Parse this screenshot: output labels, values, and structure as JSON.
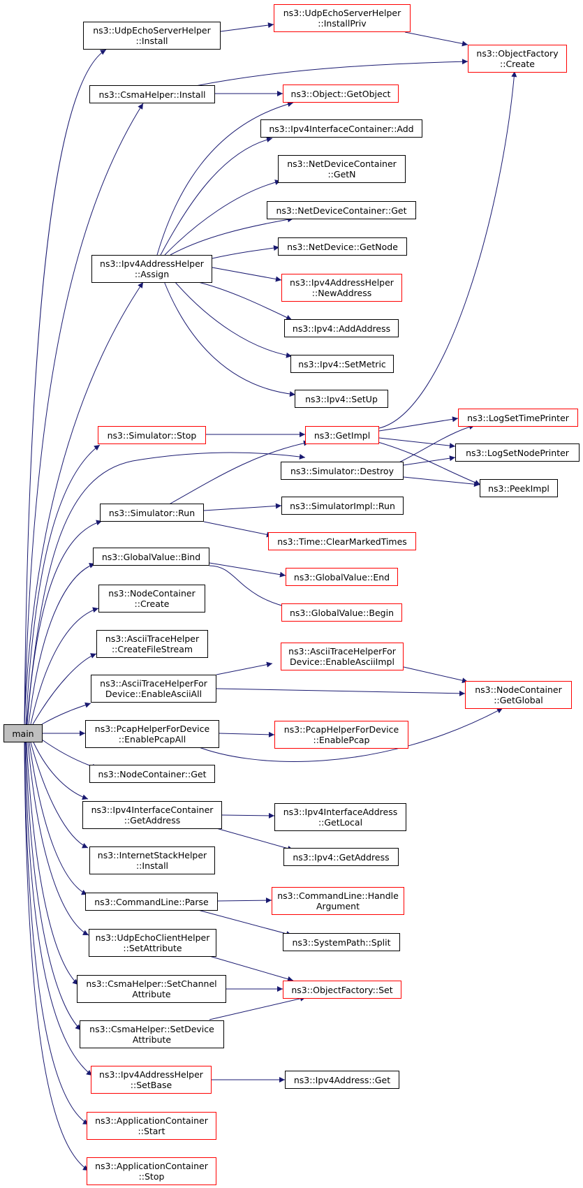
{
  "colors": {
    "edge": "#191970",
    "node_border": "#000000",
    "node_border_undocumented": "#ff0000",
    "root_fill": "#bfbfbf"
  },
  "nodes": {
    "main": {
      "lines": [
        "main"
      ]
    },
    "udp_server_install": {
      "lines": [
        "ns3::UdpEchoServerHelper",
        "::Install"
      ]
    },
    "udp_server_install_priv": {
      "lines": [
        "ns3::UdpEchoServerHelper",
        "::InstallPriv"
      ]
    },
    "object_factory_create": {
      "lines": [
        "ns3::ObjectFactory",
        "::Create"
      ]
    },
    "csma_install": {
      "lines": [
        "ns3::CsmaHelper::Install"
      ]
    },
    "object_get_object": {
      "lines": [
        "ns3::Object::GetObject"
      ]
    },
    "ipv4_ic_add": {
      "lines": [
        "ns3::Ipv4InterfaceContainer::Add"
      ]
    },
    "ndc_get_n": {
      "lines": [
        "ns3::NetDeviceContainer",
        "::GetN"
      ]
    },
    "ndc_get": {
      "lines": [
        "ns3::NetDeviceContainer::Get"
      ]
    },
    "netdevice_get_node": {
      "lines": [
        "ns3::NetDevice::GetNode"
      ]
    },
    "ipv4_addr_helper_assign": {
      "lines": [
        "ns3::Ipv4AddressHelper",
        "::Assign"
      ]
    },
    "ipv4_addr_helper_new_address": {
      "lines": [
        "ns3::Ipv4AddressHelper",
        "::NewAddress"
      ]
    },
    "ipv4_add_address": {
      "lines": [
        "ns3::Ipv4::AddAddress"
      ]
    },
    "ipv4_set_metric": {
      "lines": [
        "ns3::Ipv4::SetMetric"
      ]
    },
    "ipv4_set_up": {
      "lines": [
        "ns3::Ipv4::SetUp"
      ]
    },
    "simulator_stop": {
      "lines": [
        "ns3::Simulator::Stop"
      ]
    },
    "get_impl": {
      "lines": [
        "ns3::GetImpl"
      ]
    },
    "log_set_time_printer": {
      "lines": [
        "ns3::LogSetTimePrinter"
      ]
    },
    "log_set_node_printer": {
      "lines": [
        "ns3::LogSetNodePrinter"
      ]
    },
    "simulator_destroy": {
      "lines": [
        "ns3::Simulator::Destroy"
      ]
    },
    "peek_impl": {
      "lines": [
        "ns3::PeekImpl"
      ]
    },
    "simulator_run": {
      "lines": [
        "ns3::Simulator::Run"
      ]
    },
    "simulator_impl_run": {
      "lines": [
        "ns3::SimulatorImpl::Run"
      ]
    },
    "time_clear_marked_times": {
      "lines": [
        "ns3::Time::ClearMarkedTimes"
      ]
    },
    "global_value_bind": {
      "lines": [
        "ns3::GlobalValue::Bind"
      ]
    },
    "global_value_end": {
      "lines": [
        "ns3::GlobalValue::End"
      ]
    },
    "global_value_begin": {
      "lines": [
        "ns3::GlobalValue::Begin"
      ]
    },
    "node_container_create": {
      "lines": [
        "ns3::NodeContainer",
        "::Create"
      ]
    },
    "ascii_trace_create_file_stream": {
      "lines": [
        "ns3::AsciiTraceHelper",
        "::CreateFileStream"
      ]
    },
    "ascii_enable_ascii_impl": {
      "lines": [
        "ns3::AsciiTraceHelperFor",
        "Device::EnableAsciiImpl"
      ]
    },
    "ascii_enable_ascii_all": {
      "lines": [
        "ns3::AsciiTraceHelperFor",
        "Device::EnableAsciiAll"
      ]
    },
    "node_container_get_global": {
      "lines": [
        "ns3::NodeContainer",
        "::GetGlobal"
      ]
    },
    "pcap_enable_pcap_all": {
      "lines": [
        "ns3::PcapHelperForDevice",
        "::EnablePcapAll"
      ]
    },
    "pcap_enable_pcap": {
      "lines": [
        "ns3::PcapHelperForDevice",
        "::EnablePcap"
      ]
    },
    "node_container_get": {
      "lines": [
        "ns3::NodeContainer::Get"
      ]
    },
    "ipv4_ic_get_address": {
      "lines": [
        "ns3::Ipv4InterfaceContainer",
        "::GetAddress"
      ]
    },
    "ipv4_iface_addr_get_local": {
      "lines": [
        "ns3::Ipv4InterfaceAddress",
        "::GetLocal"
      ]
    },
    "ipv4_get_address": {
      "lines": [
        "ns3::Ipv4::GetAddress"
      ]
    },
    "internet_stack_install": {
      "lines": [
        "ns3::InternetStackHelper",
        "::Install"
      ]
    },
    "command_line_parse": {
      "lines": [
        "ns3::CommandLine::Parse"
      ]
    },
    "command_line_handle_argument": {
      "lines": [
        "ns3::CommandLine::Handle",
        "Argument"
      ]
    },
    "system_path_split": {
      "lines": [
        "ns3::SystemPath::Split"
      ]
    },
    "udp_client_set_attribute": {
      "lines": [
        "ns3::UdpEchoClientHelper",
        "::SetAttribute"
      ]
    },
    "csma_set_channel_attribute": {
      "lines": [
        "ns3::CsmaHelper::SetChannel",
        "Attribute"
      ]
    },
    "object_factory_set": {
      "lines": [
        "ns3::ObjectFactory::Set"
      ]
    },
    "csma_set_device_attribute": {
      "lines": [
        "ns3::CsmaHelper::SetDevice",
        "Attribute"
      ]
    },
    "ipv4_addr_helper_set_base": {
      "lines": [
        "ns3::Ipv4AddressHelper",
        "::SetBase"
      ]
    },
    "ipv4_address_get": {
      "lines": [
        "ns3::Ipv4Address::Get"
      ]
    },
    "app_container_start": {
      "lines": [
        "ns3::ApplicationContainer",
        "::Start"
      ]
    },
    "app_container_stop": {
      "lines": [
        "ns3::ApplicationContainer",
        "::Stop"
      ]
    }
  }
}
